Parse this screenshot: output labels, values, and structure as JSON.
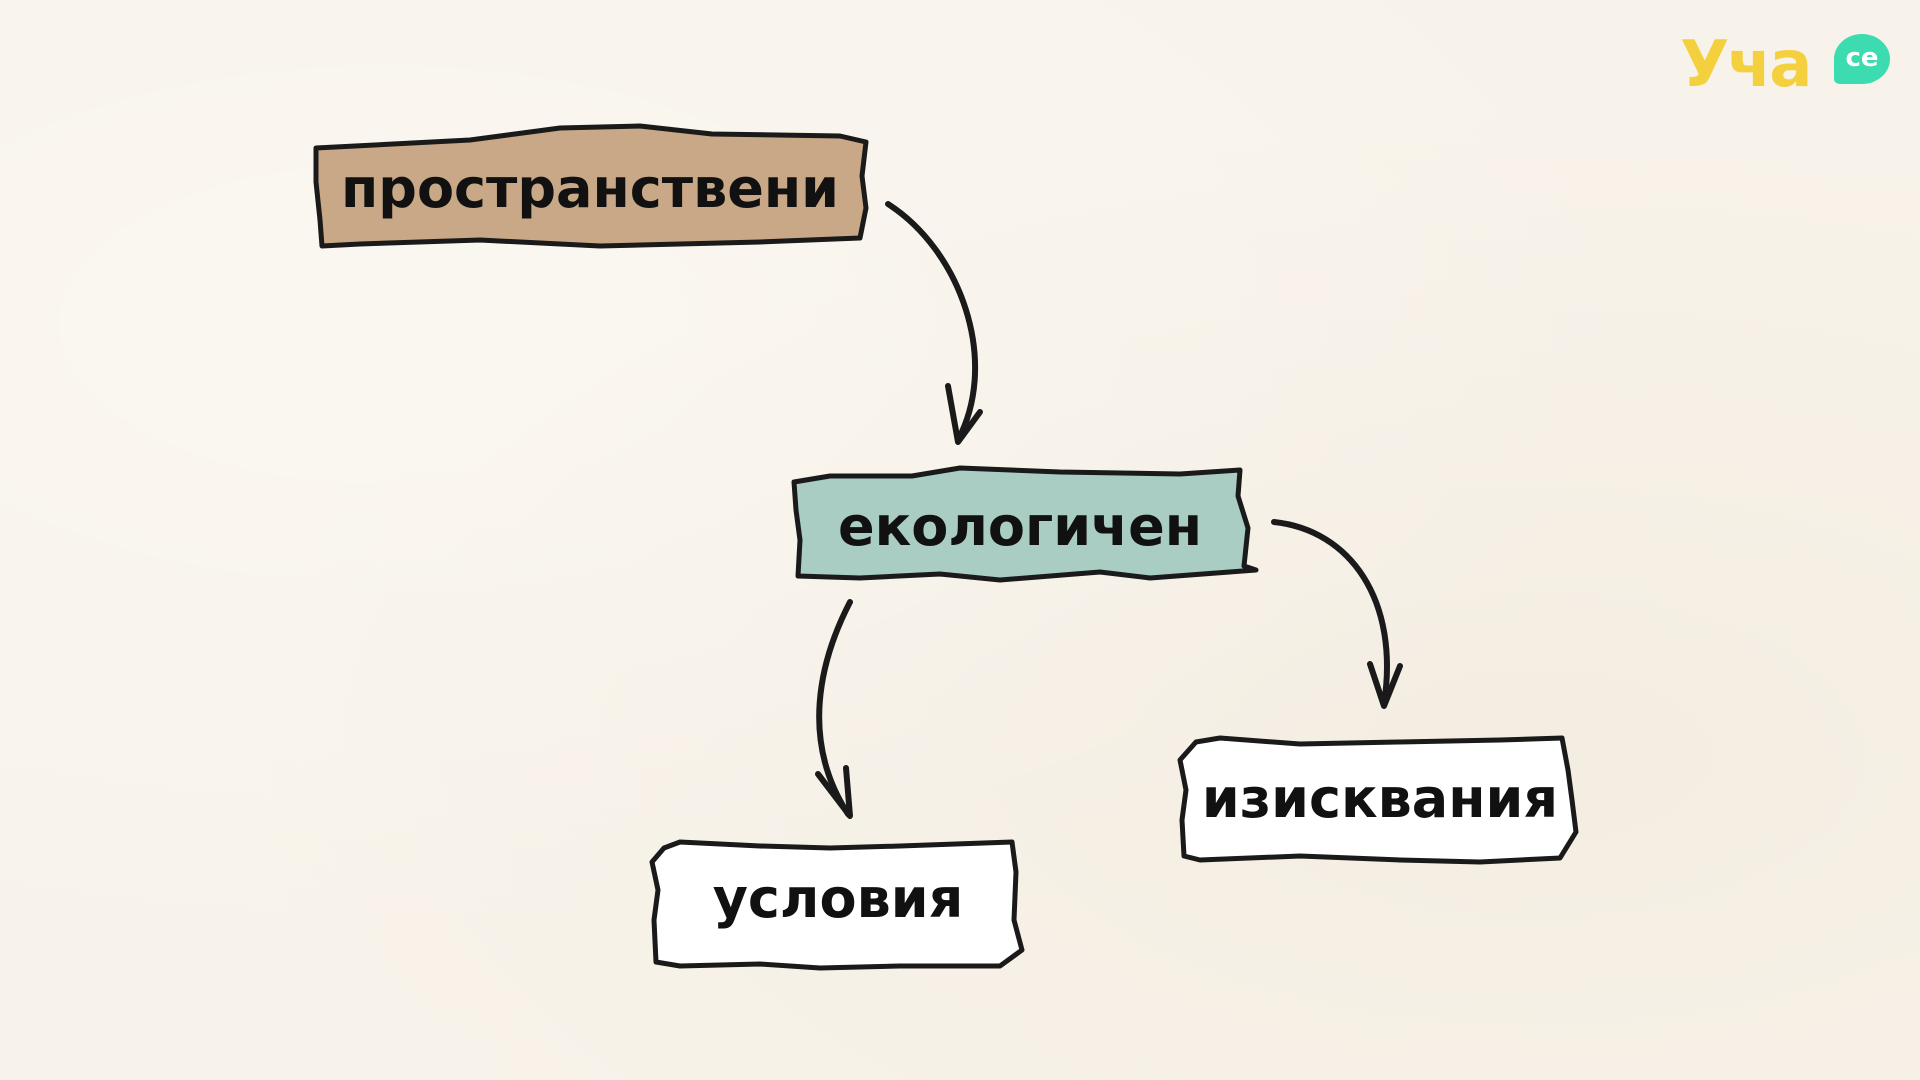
{
  "nodes": {
    "spatial": {
      "label": "пространствени",
      "color": "#c9a887"
    },
    "ecological": {
      "label": "екологичен",
      "color": "#a9cdc3"
    },
    "conditions": {
      "label": "условия",
      "color": "#ffffff"
    },
    "requirements": {
      "label": "изисквания",
      "color": "#ffffff"
    }
  },
  "logo": {
    "text": "Уча",
    "badge": "се",
    "text_color": "#f4d03f",
    "badge_color": "#3ddbb0"
  },
  "colors": {
    "background": "#f8f3ea",
    "outline": "#1a1a1a"
  },
  "edges": [
    {
      "from": "spatial",
      "to": "ecological"
    },
    {
      "from": "ecological",
      "to": "conditions"
    },
    {
      "from": "ecological",
      "to": "requirements"
    }
  ]
}
